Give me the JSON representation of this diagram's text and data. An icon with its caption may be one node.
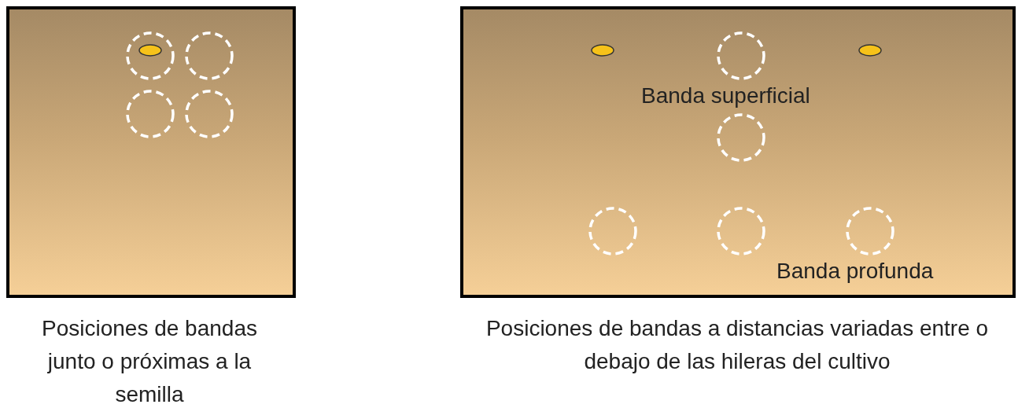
{
  "diagram": {
    "nodes": [
      {
        "text": [],
        "shape": "box",
        "beside": [
          "Posiciones de bandas junto o próximas a la semilla"
        ]
      },
      {
        "text": [
          "Banda superficial",
          "Banda profunda"
        ],
        "beside": [
          "Posiciones de bandas a distancias variadas entre o debajo de las hileras del cultivo"
        ]
      }
    ]
  }
}
